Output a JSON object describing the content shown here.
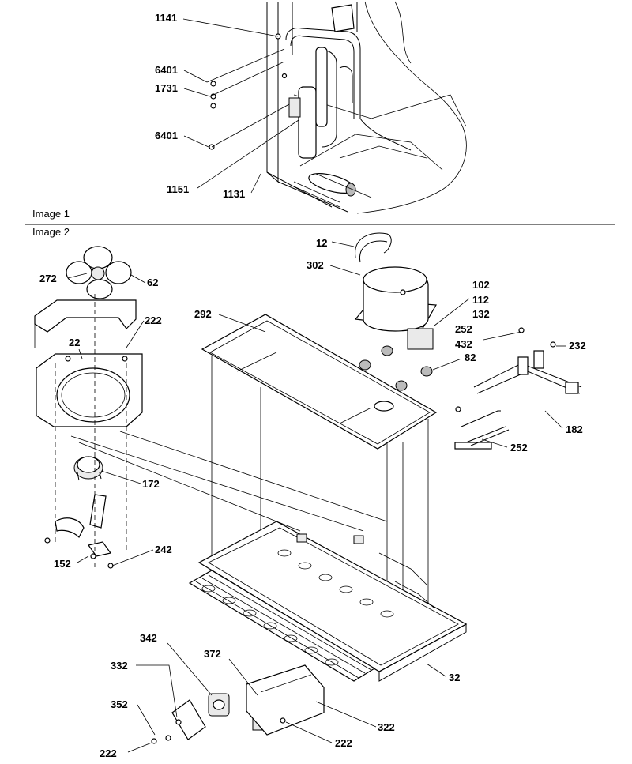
{
  "captions": {
    "image1": "Image 1",
    "image2": "Image 2"
  },
  "image1": {
    "callouts": [
      "1141",
      "6401",
      "1731",
      "6401",
      "1151",
      "1131"
    ]
  },
  "image2": {
    "callouts": [
      "12",
      "302",
      "272",
      "62",
      "102",
      "112",
      "132",
      "292",
      "222",
      "252",
      "432",
      "232",
      "82",
      "22",
      "182",
      "252",
      "172",
      "152",
      "242",
      "342",
      "372",
      "32",
      "332",
      "352",
      "322",
      "222",
      "222"
    ]
  }
}
